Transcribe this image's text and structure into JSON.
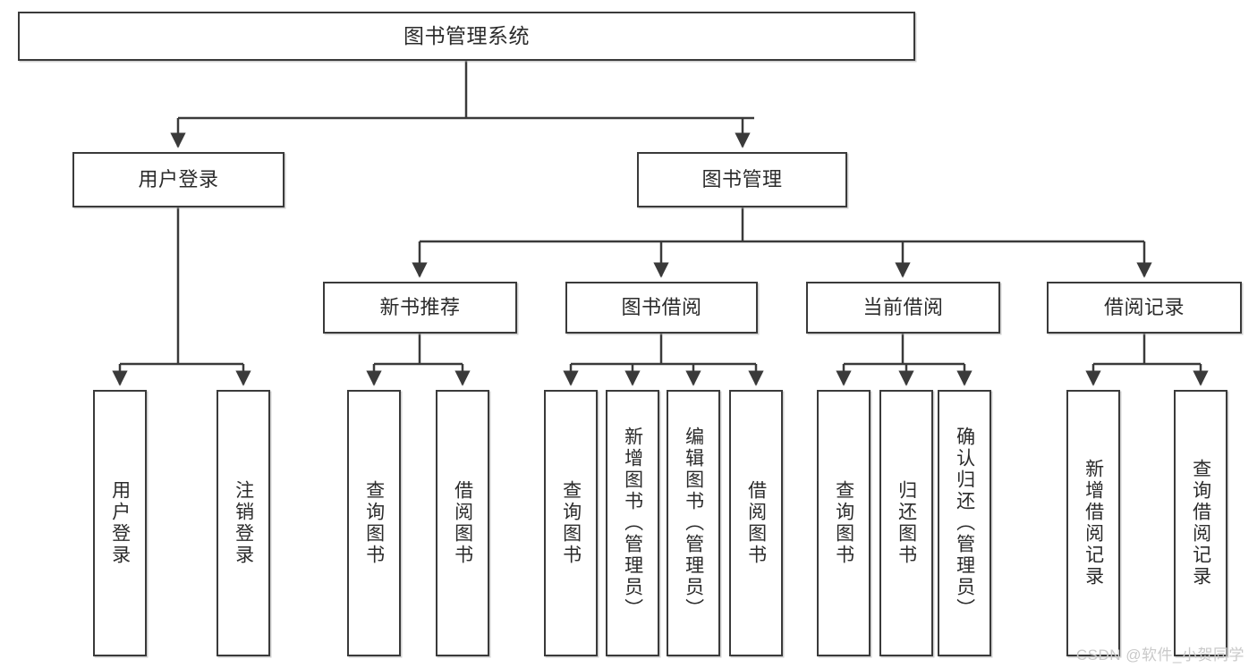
{
  "diagram": {
    "title": "图书管理系统",
    "type": "functional-structure-tree",
    "root": {
      "label": "图书管理系统"
    },
    "level1": [
      {
        "label": "用户登录"
      },
      {
        "label": "图书管理"
      }
    ],
    "level2": [
      {
        "label": "新书推荐"
      },
      {
        "label": "图书借阅"
      },
      {
        "label": "当前借阅"
      },
      {
        "label": "借阅记录"
      }
    ],
    "leaves": {
      "user_login": [
        {
          "label": "用户登录"
        },
        {
          "label": "注销登录"
        }
      ],
      "new_book": [
        {
          "label": "查询图书"
        },
        {
          "label": "借阅图书"
        }
      ],
      "book_borrow": [
        {
          "label": "查询图书"
        },
        {
          "label": "新增图书（管理员）"
        },
        {
          "label": "编辑图书（管理员）"
        },
        {
          "label": "借阅图书"
        }
      ],
      "current_borrow": [
        {
          "label": "查询图书"
        },
        {
          "label": "归还图书"
        },
        {
          "label": "确认归还（管理员）"
        }
      ],
      "borrow_record": [
        {
          "label": "新增借阅记录"
        },
        {
          "label": "查询借阅记录"
        }
      ]
    }
  },
  "watermark": {
    "text": "CSDN @软件_小贺同学"
  },
  "colors": {
    "stroke": "#3a3a3a",
    "box_fill": "#ffffff",
    "text": "#2b2b2b",
    "watermark": "#c9c9c9",
    "background": "#ffffff"
  }
}
